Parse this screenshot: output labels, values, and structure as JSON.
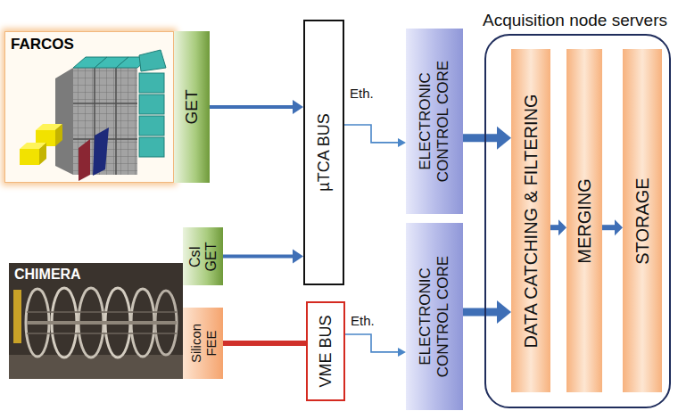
{
  "diagram": {
    "nodes": [
      {
        "text": [
          "FARCOS"
        ]
      },
      {
        "text": [
          "GET"
        ]
      },
      {
        "text": [
          "µTCA BUS"
        ]
      },
      {
        "text": [
          "ELECTRONIC CONTROL CORE"
        ]
      },
      {
        "text": [
          "Acquisition node servers"
        ]
      },
      {
        "text": [
          "DATA CATCHING & FILTERING"
        ],
        "in": 4
      },
      {
        "text": [
          "MERGING"
        ],
        "in": 4
      },
      {
        "text": [
          "STORAGE"
        ],
        "in": 4
      },
      {
        "text": [
          "CHIMERA"
        ]
      },
      {
        "text": [
          "CsI GET"
        ]
      },
      {
        "text": [
          "Silicon FEE"
        ]
      },
      {
        "text": [
          "VME BUS"
        ]
      },
      {
        "text": [
          "ELECTRONIC CONTROL CORE"
        ]
      }
    ],
    "edges": [
      {
        "from": 1,
        "to": 2,
        "arrow": "to"
      },
      {
        "from": 9,
        "to": 2,
        "arrow": "to"
      },
      {
        "from": 10,
        "to": 11,
        "arrow": "none"
      },
      {
        "from": 2,
        "to": 3,
        "arrow": "to",
        "label": "Eth."
      },
      {
        "from": 11,
        "to": 12,
        "arrow": "to",
        "label": "Eth."
      },
      {
        "from": 3,
        "to": 5,
        "arrow": "to"
      },
      {
        "from": 12,
        "to": 5,
        "arrow": "to"
      },
      {
        "from": 5,
        "to": 6,
        "arrow": "to"
      },
      {
        "from": 6,
        "to": 7,
        "arrow": "to"
      }
    ]
  }
}
